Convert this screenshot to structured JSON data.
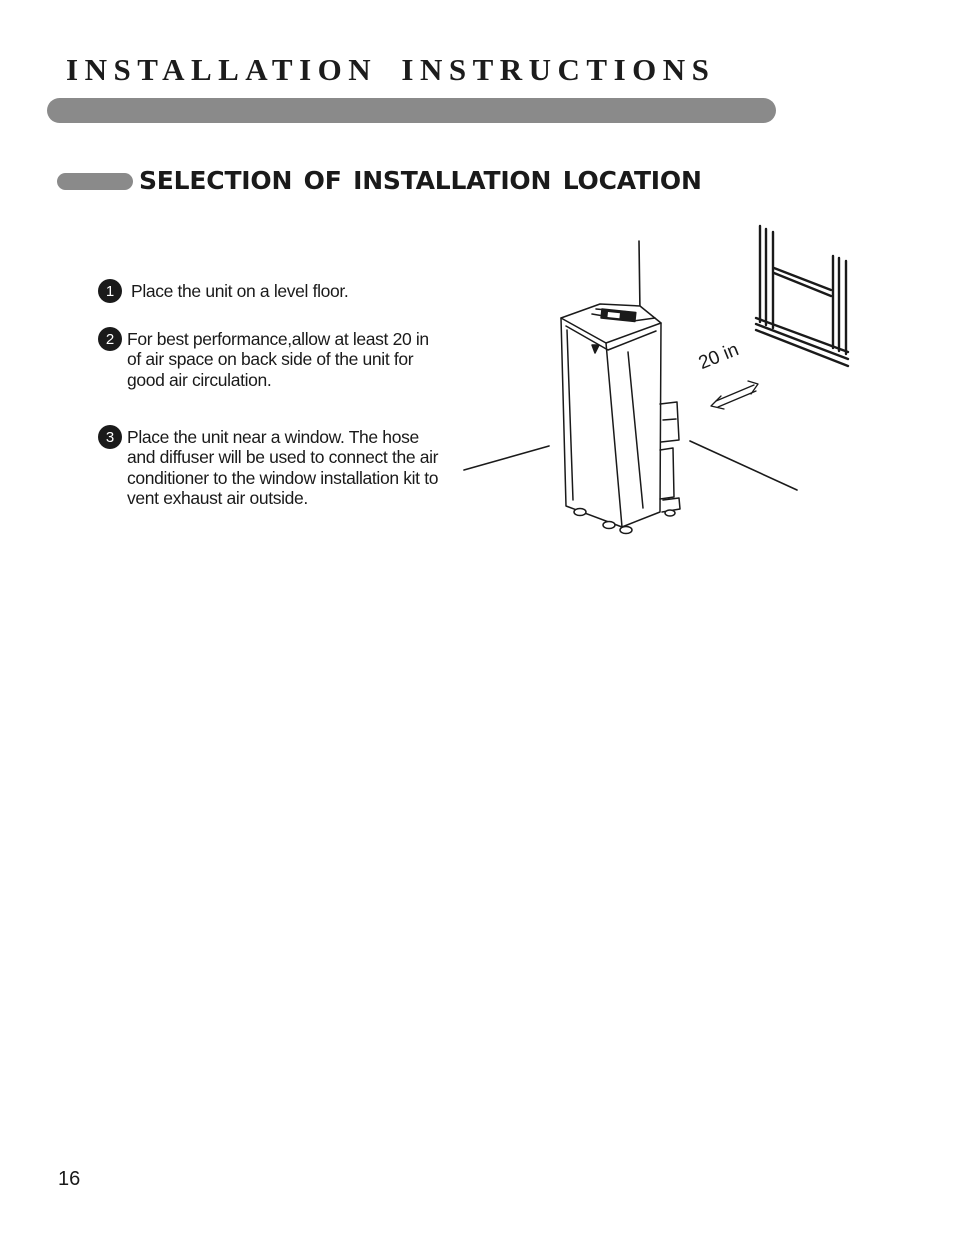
{
  "header": {
    "title": "INSTALLATION  INSTRUCTIONS"
  },
  "section": {
    "title": "SELECTION  OF  INSTALLATION  LOCATION"
  },
  "steps": [
    {
      "number": "1",
      "text": "Place the unit on a level floor."
    },
    {
      "number": "2",
      "text": "For best performance,allow at least 20 in\nof air space on back side of the unit for\ngood air circulation."
    },
    {
      "number": "3",
      "text": "Place the unit near a window. The hose\nand diffuser will be used to connect the air\nconditioner to the window installation kit to\nvent exhaust air outside."
    }
  ],
  "figure": {
    "clearance_label": "20 in"
  },
  "footer": {
    "page_number": "16"
  }
}
